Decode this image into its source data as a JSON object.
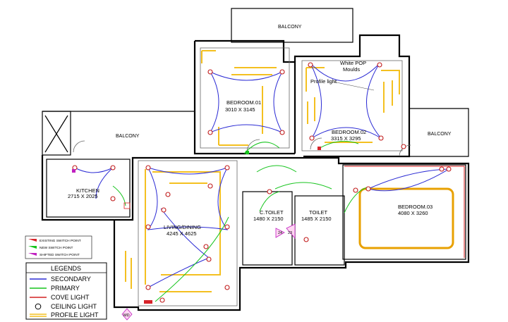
{
  "rooms": {
    "balcony_top": "BALCONY",
    "balcony_left": "BALCONY",
    "balcony_right": "BALCONY",
    "bedroom1_name": "BEDROOM.01",
    "bedroom1_size": "3010 X 3145",
    "bedroom2_name": "BEDROOM.02",
    "bedroom2_size": "3315 X 3295",
    "bedroom3_name": "BEDROOM.03",
    "bedroom3_size": "4080 X 3260",
    "kitchen_name": "KITCHEN",
    "kitchen_size": "2715 X 2025",
    "living_name": "LIVING/DINING",
    "living_size": "4245 X 4625",
    "ctoilet_name": "C.TOILET",
    "ctoilet_size": "1480 X 2150",
    "toilet_name": "TOILET",
    "toilet_size": "1485 X 2150"
  },
  "annotations": {
    "pop_line1": "White POP",
    "pop_line2": "Moulds",
    "profile_light": "Profile light"
  },
  "tags": {
    "t24": "24",
    "t23": "23",
    "md": "MD"
  },
  "switch_legend": {
    "existing": "EXISTING SWITCH POINT",
    "new": "NEW SWITCH POINT",
    "shifted": "SHIFTED SWITCH POINT",
    "existing_color": "#d8242a",
    "new_color": "#16c41d",
    "shifted_color": "#c020c0"
  },
  "legend": {
    "title": "LEGENDS",
    "items": [
      {
        "label": "SECONDARY",
        "symbol": "line",
        "color": "#2b2bd4"
      },
      {
        "label": "PRIMARY",
        "symbol": "line",
        "color": "#16c41d"
      },
      {
        "label": "COVE LIGHT",
        "symbol": "line",
        "color": "#d22222"
      },
      {
        "label": "CEILING LIGHT",
        "symbol": "circle",
        "color": "#000000"
      },
      {
        "label": "PROFILE LIGHT",
        "symbol": "double",
        "color": "#f4c020"
      }
    ]
  }
}
